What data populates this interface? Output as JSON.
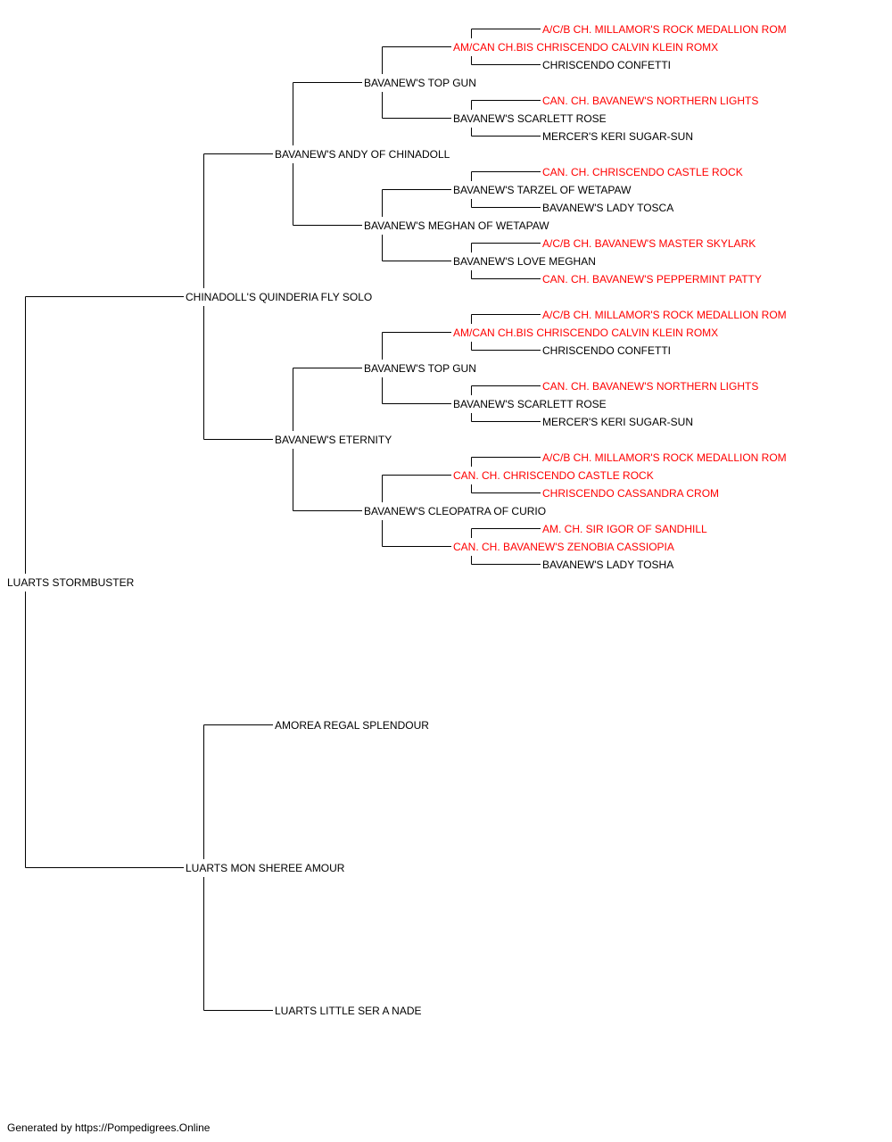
{
  "colors": {
    "text": "#000000",
    "champion": "#ff0000",
    "line": "#000000"
  },
  "pedigree": {
    "name": "LUARTS STORMBUSTER",
    "sire": {
      "name": "CHINADOLL'S QUINDERIA FLY SOLO",
      "sire": {
        "name": "BAVANEW'S ANDY OF CHINADOLL",
        "sire": {
          "name": "BAVANEW'S TOP GUN",
          "sire": {
            "name": "AM/CAN CH.BIS CHRISCENDO CALVIN KLEIN ROMX",
            "champion": true,
            "sire": {
              "name": "A/C/B CH. MILLAMOR'S ROCK MEDALLION ROM",
              "champion": true
            },
            "dam": {
              "name": "CHRISCENDO CONFETTI"
            }
          },
          "dam": {
            "name": "BAVANEW'S SCARLETT ROSE",
            "sire": {
              "name": "CAN. CH. BAVANEW'S NORTHERN LIGHTS",
              "champion": true
            },
            "dam": {
              "name": "MERCER'S KERI SUGAR-SUN"
            }
          }
        },
        "dam": {
          "name": "BAVANEW'S MEGHAN OF WETAPAW",
          "sire": {
            "name": "BAVANEW'S TARZEL OF WETAPAW",
            "sire": {
              "name": "CAN. CH. CHRISCENDO CASTLE ROCK",
              "champion": true
            },
            "dam": {
              "name": "BAVANEW'S LADY TOSCA"
            }
          },
          "dam": {
            "name": "BAVANEW'S LOVE MEGHAN",
            "sire": {
              "name": "A/C/B CH. BAVANEW'S MASTER SKYLARK",
              "champion": true
            },
            "dam": {
              "name": "CAN. CH. BAVANEW'S PEPPERMINT PATTY",
              "champion": true
            }
          }
        }
      },
      "dam": {
        "name": "BAVANEW'S ETERNITY",
        "sire": {
          "name": "BAVANEW'S TOP GUN",
          "sire": {
            "name": "AM/CAN CH.BIS CHRISCENDO CALVIN KLEIN ROMX",
            "champion": true,
            "sire": {
              "name": "A/C/B CH. MILLAMOR'S ROCK MEDALLION ROM",
              "champion": true
            },
            "dam": {
              "name": "CHRISCENDO CONFETTI"
            }
          },
          "dam": {
            "name": "BAVANEW'S SCARLETT ROSE",
            "sire": {
              "name": "CAN. CH. BAVANEW'S NORTHERN LIGHTS",
              "champion": true
            },
            "dam": {
              "name": "MERCER'S KERI SUGAR-SUN"
            }
          }
        },
        "dam": {
          "name": "BAVANEW'S CLEOPATRA OF CURIO",
          "sire": {
            "name": "CAN. CH. CHRISCENDO CASTLE ROCK",
            "champion": true,
            "sire": {
              "name": "A/C/B CH. MILLAMOR'S ROCK MEDALLION ROM",
              "champion": true
            },
            "dam": {
              "name": "CHRISCENDO CASSANDRA CROM",
              "champion": true
            }
          },
          "dam": {
            "name": "CAN. CH. BAVANEW'S ZENOBIA CASSIOPIA",
            "champion": true,
            "sire": {
              "name": "AM. CH. SIR IGOR OF SANDHILL",
              "champion": true
            },
            "dam": {
              "name": "BAVANEW'S LADY TOSHA"
            }
          }
        }
      }
    },
    "dam": {
      "name": "LUARTS MON SHEREE AMOUR",
      "sire": {
        "name": "AMOREA REGAL SPLENDOUR"
      },
      "dam": {
        "name": "LUARTS LITTLE SER A NADE"
      }
    }
  },
  "footer": {
    "text": "Generated by https://Pompedigrees.Online"
  }
}
